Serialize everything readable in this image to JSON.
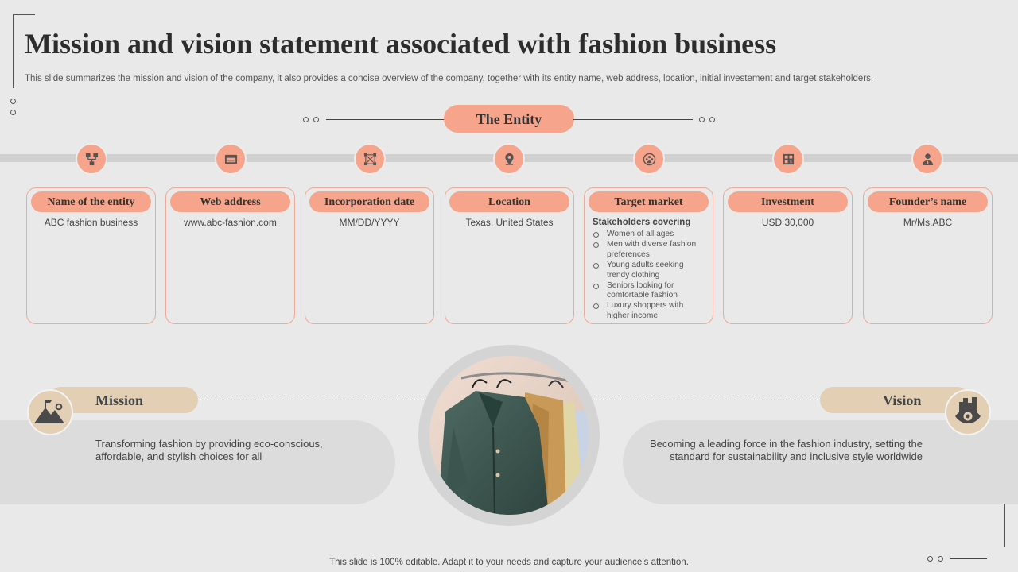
{
  "header": {
    "title": "Mission and vision statement associated with fashion business",
    "subtitle": "This slide summarizes the mission and vision of the company, it also provides a concise overview of the company, together with its entity name, web address, location, initial investement and target stakeholders."
  },
  "entity": {
    "label": "The Entity"
  },
  "cards": [
    {
      "icon": "organization-chart-icon",
      "title": "Name of the entity",
      "value": "ABC fashion business"
    },
    {
      "icon": "web-browser-icon",
      "title": "Web address",
      "value": "www.abc-fashion.com"
    },
    {
      "icon": "network-nodes-icon",
      "title": "Incorporation date",
      "value": "MM/DD/YYYY"
    },
    {
      "icon": "location-pin-icon",
      "title": "Location",
      "value": "Texas, United States"
    },
    {
      "icon": "target-group-icon",
      "title": "Target market",
      "value": ""
    },
    {
      "icon": "investment-building-icon",
      "title": "Investment",
      "value": "USD 30,000"
    },
    {
      "icon": "founder-person-icon",
      "title": "Founder’s name",
      "value": "Mr/Ms.ABC"
    }
  ],
  "target_market": {
    "heading": "Stakeholders covering",
    "items": [
      "Women of all ages",
      "Men with diverse fashion preferences",
      "Young adults seeking trendy clothing",
      "Seniors looking for comfortable fashion",
      "Luxury shoppers with higher income"
    ]
  },
  "mission": {
    "label": "Mission",
    "icon": "mountain-flag-icon",
    "text": "Transforming fashion by providing eco-conscious, affordable, and stylish choices for all"
  },
  "vision": {
    "label": "Vision",
    "icon": "eye-city-icon",
    "text": "Becoming a leading force in the fashion industry, setting the standard for sustainability and inclusive style worldwide"
  },
  "footer": {
    "text": "This slide is 100% editable. Adapt it to your needs and capture your audience’s attention."
  },
  "colors": {
    "accent": "#f6a48c",
    "beige": "#e3cfb4",
    "background": "#e9e9e9",
    "band": "#dcdcdc"
  }
}
